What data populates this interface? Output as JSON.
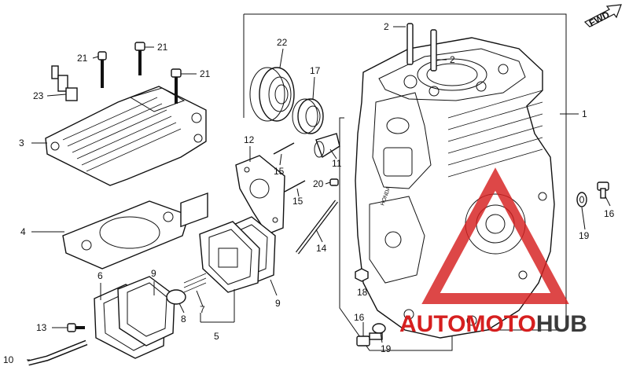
{
  "parts": [
    {
      "id": "p1",
      "text": "1"
    },
    {
      "id": "p2a",
      "text": "2"
    },
    {
      "id": "p2b",
      "text": "2"
    },
    {
      "id": "p3",
      "text": "3"
    },
    {
      "id": "p4",
      "text": "4"
    },
    {
      "id": "p5",
      "text": "5"
    },
    {
      "id": "p6",
      "text": "6"
    },
    {
      "id": "p7",
      "text": "7"
    },
    {
      "id": "p8",
      "text": "8"
    },
    {
      "id": "p9a",
      "text": "9"
    },
    {
      "id": "p9b",
      "text": "9"
    },
    {
      "id": "p10",
      "text": "10"
    },
    {
      "id": "p11",
      "text": "11"
    },
    {
      "id": "p12",
      "text": "12"
    },
    {
      "id": "p13",
      "text": "13"
    },
    {
      "id": "p14",
      "text": "14"
    },
    {
      "id": "p15a",
      "text": "15"
    },
    {
      "id": "p15b",
      "text": "15"
    },
    {
      "id": "p16a",
      "text": "16"
    },
    {
      "id": "p16b",
      "text": "16"
    },
    {
      "id": "p17",
      "text": "17"
    },
    {
      "id": "p18",
      "text": "18"
    },
    {
      "id": "p19a",
      "text": "19"
    },
    {
      "id": "p19b",
      "text": "19"
    },
    {
      "id": "p20",
      "text": "20"
    },
    {
      "id": "p21a",
      "text": "21"
    },
    {
      "id": "p21b",
      "text": "21"
    },
    {
      "id": "p21c",
      "text": "21"
    },
    {
      "id": "p22",
      "text": "22"
    },
    {
      "id": "p23",
      "text": "23"
    }
  ],
  "fwd_label": "FWD",
  "block_marking": "HONDA",
  "watermark": {
    "part1": "AUTO",
    "part2": "MOTO",
    "part3": "HUB",
    "color_red": "#d61f1f",
    "color_dark": "#3a3a3a"
  }
}
